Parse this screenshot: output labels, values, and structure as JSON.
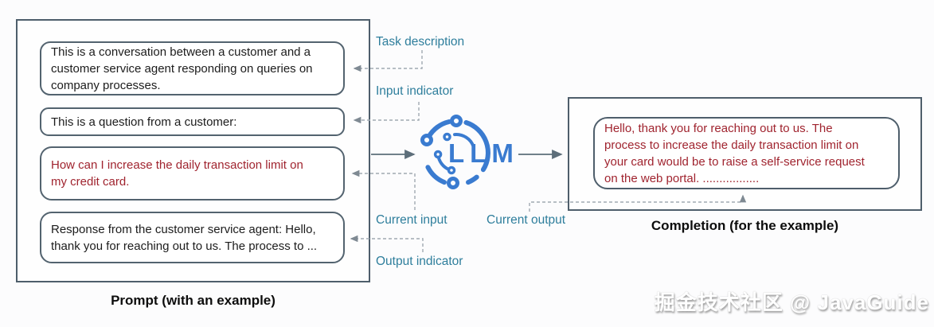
{
  "diagram": {
    "prompt_panel": {
      "caption": "Prompt (with an example)",
      "boxes": [
        {
          "text": "This is a conversation between a customer and a\ncustomer service agent responding on queries on\ncompany processes."
        },
        {
          "text": "This is a question from a customer:"
        },
        {
          "text": "How can I increase the daily transaction limit on\nmy credit card."
        },
        {
          "text": "Response from the customer service agent: Hello,\nthank you for reaching out to us. The process to ..."
        }
      ]
    },
    "annotations": {
      "task_description": "Task description",
      "input_indicator": "Input indicator",
      "current_input": "Current input",
      "output_indicator": "Output indicator",
      "current_output": "Current output"
    },
    "llm": {
      "label": "LLM"
    },
    "completion_panel": {
      "caption": "Completion (for the example)",
      "text": "Hello, thank you for reaching out to us. The\nprocess to increase the daily transaction limit on\nyour card would be to raise a self-service request\non the web portal. ................."
    },
    "watermark": "掘金技术社区 @ JavaGuide",
    "colors": {
      "accent_blue": "#3a7bd0",
      "label_teal": "#2e7e9c",
      "highlight_red": "#a0242f",
      "box_border": "#4e5e6b",
      "dashed_gray": "#a0aab2",
      "solid_arrow": "#5d6e7a"
    }
  }
}
